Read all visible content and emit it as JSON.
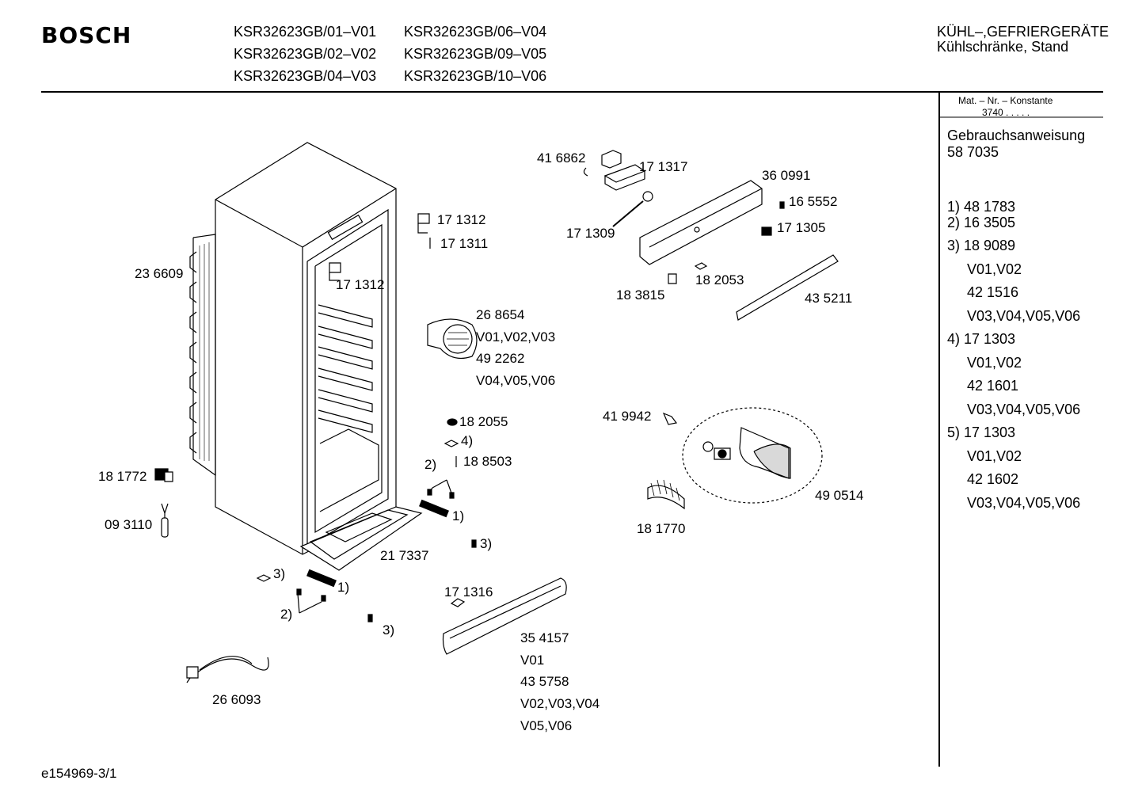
{
  "header": {
    "brand": "BOSCH",
    "models": [
      "KSR32623GB/01–V01",
      "KSR32623GB/02–V02",
      "KSR32623GB/04–V03",
      "KSR32623GB/06–V04",
      "KSR32623GB/09–V05",
      "KSR32623GB/10–V06"
    ],
    "category_line1": "KÜHL–,GEFRIERGERÄTE",
    "category_line2": "Kühlschränke, Stand"
  },
  "sidebar": {
    "mat_label": "Mat. – Nr. – Konstante",
    "mat_value": "3740  .   .   .   .   .",
    "manual_label": "Gebrauchsanweisung",
    "manual_number": "58 7035",
    "lines": [
      "1) 48 1783",
      "2) 16 3505",
      "3) 18 9089",
      "V01,V02",
      "42 1516",
      "V03,V04,V05,V06",
      "4) 17 1303",
      "V01,V02",
      "42 1601",
      "V03,V04,V05,V06",
      "5) 17 1303",
      "V01,V02",
      "42 1602",
      "V03,V04,V05,V06"
    ]
  },
  "parts": {
    "p236609": "23 6609",
    "p181772": "18 1772",
    "p093110": "09 3110",
    "p171312a": "17 1312",
    "p171311": "17 1311",
    "p171312b": "17 1312",
    "p416862": "41 6862",
    "p171317": "17 1317",
    "p360991": "36 0991",
    "p165552": "16 5552",
    "p171309": "17 1309",
    "p171305": "17 1305",
    "p183815": "18 3815",
    "p182053": "18 2053",
    "p435211": "43 5211",
    "p268654": "26 8654",
    "v010203": "V01,V02,V03",
    "p492262": "49 2262",
    "v040506": "V04,V05,V06",
    "p182055": "18 2055",
    "n4": "4)",
    "p188503": "18 8503",
    "n2a": "2)",
    "n1a": "1)",
    "n3a": "3)",
    "p217337": "21 7337",
    "p419942": "41 9942",
    "p490514": "49 0514",
    "p181770": "18 1770",
    "n3b": "3)",
    "n1b": "1)",
    "n2b": "2)",
    "n3c": "3)",
    "p171316": "17 1316",
    "p354157": "35 4157",
    "v01": "V01",
    "p435758": "43 5758",
    "v020304": "V02,V03,V04",
    "v0506": "V05,V06",
    "p266093": "26 6093"
  },
  "footer": {
    "doc_id": "e154969-3/1"
  }
}
